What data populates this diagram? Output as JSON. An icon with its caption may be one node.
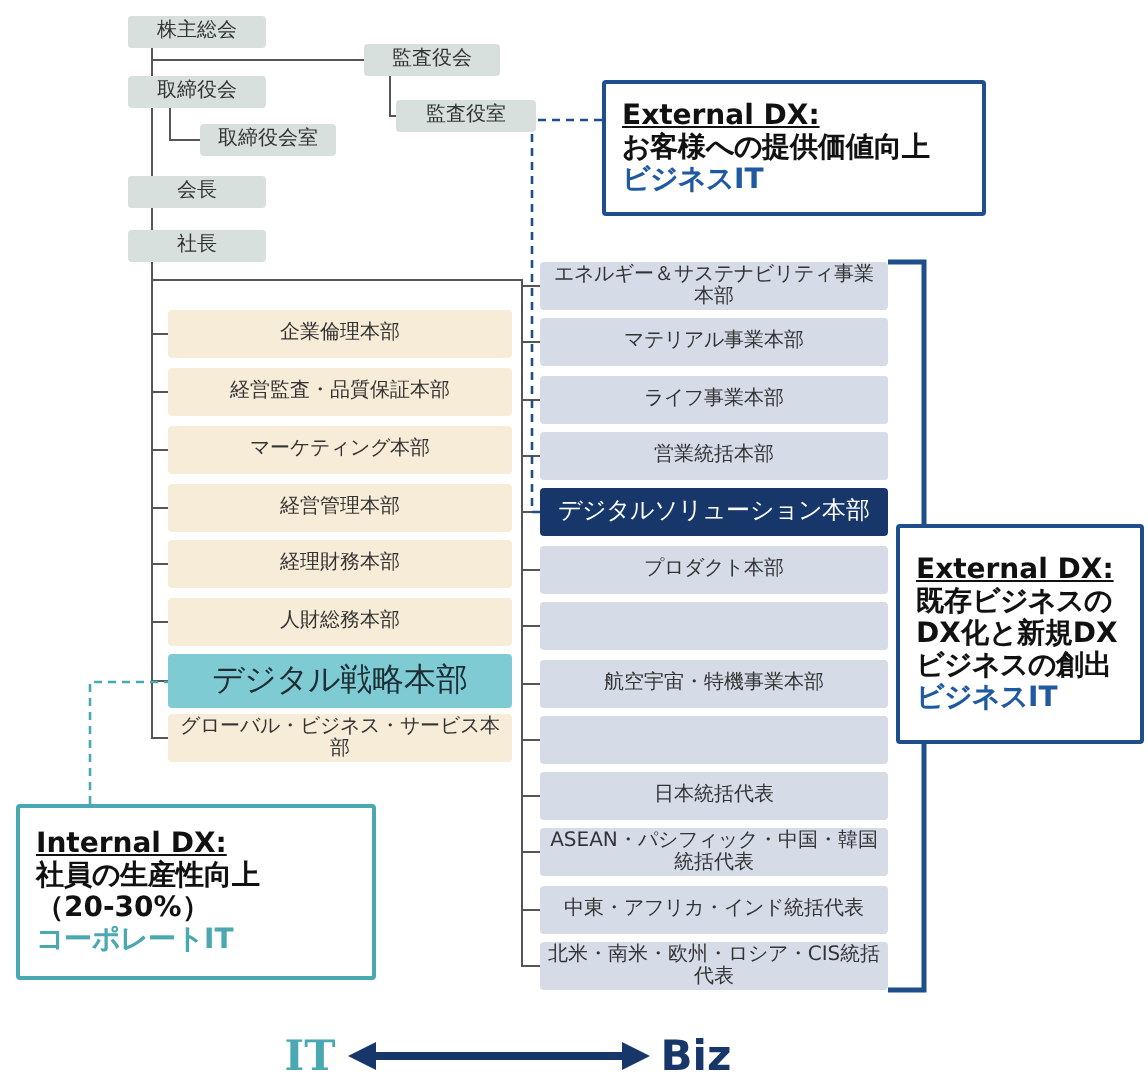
{
  "diagram": {
    "nodes": [
      {
        "text": [
          "株主総会"
        ]
      },
      {
        "text": [
          "監査役会"
        ]
      },
      {
        "text": [
          "取締役会"
        ]
      },
      {
        "text": [
          "監査役室"
        ]
      },
      {
        "text": [
          "取締役会室"
        ]
      },
      {
        "text": [
          "External DX:",
          "お客様への提供価値向上",
          "ビジネスIT"
        ]
      },
      {
        "text": [
          "会長"
        ]
      },
      {
        "text": [
          "社長"
        ]
      },
      {
        "text": [
          "企業倫理本部"
        ]
      },
      {
        "text": [
          "経営監査・品質保証本部"
        ]
      },
      {
        "text": [
          "マーケティング本部"
        ]
      },
      {
        "text": [
          "経営管理本部"
        ]
      },
      {
        "text": [
          "経理財務本部"
        ]
      },
      {
        "text": [
          "人財総務本部"
        ]
      },
      {
        "text": [
          "デジタル戦略本部"
        ]
      },
      {
        "text": [
          "グローバル・ビジネス・サービス本部"
        ]
      },
      {
        "text": [
          "エネルギー＆サステナビリティ事業本部"
        ]
      },
      {
        "text": [
          "マテリアル事業本部"
        ]
      },
      {
        "text": [
          "ライフ事業本部"
        ]
      },
      {
        "text": [
          "営業統括本部"
        ]
      },
      {
        "text": [
          "デジタルソリューション本部"
        ]
      },
      {
        "text": [
          "プロダクト本部"
        ]
      },
      {
        "text": [],
        "shape": "box"
      },
      {
        "text": [
          "航空宇宙・特機事業本部"
        ]
      },
      {
        "text": [],
        "shape": "box"
      },
      {
        "text": [
          "日本統括代表"
        ]
      },
      {
        "text": [
          "ASEAN・パシフィック・中国・韓国統括代表"
        ]
      },
      {
        "text": [
          "中東・アフリカ・インド統括代表"
        ]
      },
      {
        "text": [
          "北米・南米・欧州・ロシア・CIS統括代表"
        ]
      },
      {
        "text": [
          "External DX:",
          "既存ビジネスのDX化と新規DXビジネスの創出",
          "ビジネスIT"
        ]
      },
      {
        "text": [
          "Internal DX:",
          "社員の生産性向上（20-30%）",
          "コーポレートIT"
        ]
      },
      {
        "text": [
          "IT"
        ]
      },
      {
        "text": [
          "Biz"
        ]
      }
    ],
    "edges": [
      {
        "from": 0,
        "to": 2,
        "arrow": "none"
      },
      {
        "from": 0,
        "to": 1,
        "arrow": "none"
      },
      {
        "from": 1,
        "to": 3,
        "arrow": "none"
      },
      {
        "from": 2,
        "to": 4,
        "arrow": "none"
      },
      {
        "from": 2,
        "to": 6,
        "arrow": "none"
      },
      {
        "from": 6,
        "to": 7,
        "arrow": "none"
      },
      {
        "from": 7,
        "to": 8,
        "arrow": "none"
      },
      {
        "from": 7,
        "to": 9,
        "arrow": "none"
      },
      {
        "from": 7,
        "to": 10,
        "arrow": "none"
      },
      {
        "from": 7,
        "to": 11,
        "arrow": "none"
      },
      {
        "from": 7,
        "to": 12,
        "arrow": "none"
      },
      {
        "from": 7,
        "to": 13,
        "arrow": "none"
      },
      {
        "from": 7,
        "to": 14,
        "arrow": "none"
      },
      {
        "from": 7,
        "to": 15,
        "arrow": "none"
      },
      {
        "from": 7,
        "to": 16,
        "arrow": "none"
      },
      {
        "from": 7,
        "to": 17,
        "arrow": "none"
      },
      {
        "from": 7,
        "to": 18,
        "arrow": "none"
      },
      {
        "from": 7,
        "to": 19,
        "arrow": "none"
      },
      {
        "from": 7,
        "to": 20,
        "arrow": "none"
      },
      {
        "from": 7,
        "to": 21,
        "arrow": "none"
      },
      {
        "from": 7,
        "to": 22,
        "arrow": "none"
      },
      {
        "from": 7,
        "to": 23,
        "arrow": "none"
      },
      {
        "from": 7,
        "to": 24,
        "arrow": "none"
      },
      {
        "from": 7,
        "to": 25,
        "arrow": "none"
      },
      {
        "from": 7,
        "to": 26,
        "arrow": "none"
      },
      {
        "from": 7,
        "to": 27,
        "arrow": "none"
      },
      {
        "from": 7,
        "to": 28,
        "arrow": "none"
      },
      {
        "from": 5,
        "to": 20,
        "arrow": "none",
        "style": "dashed",
        "color": "#1f4e8c"
      },
      {
        "from": 30,
        "to": 14,
        "arrow": "none",
        "style": "dashed",
        "color": "#4aa8b0"
      },
      {
        "from": 31,
        "to": 32,
        "arrow": "both",
        "style": "thick",
        "color": "#17376a"
      }
    ]
  }
}
